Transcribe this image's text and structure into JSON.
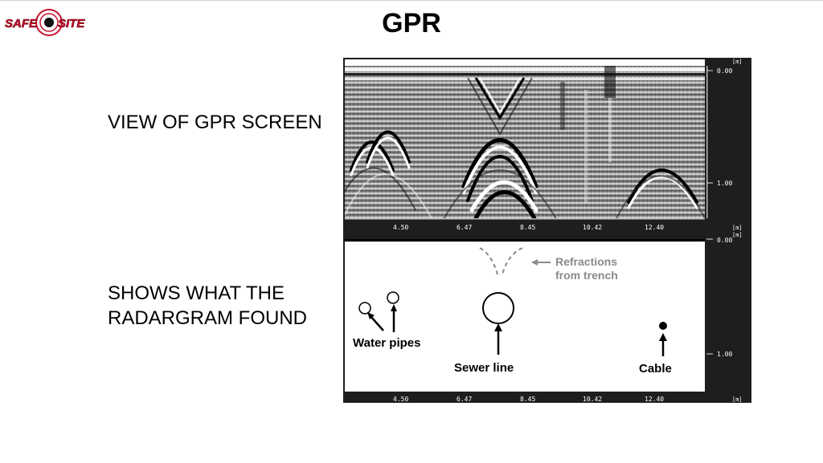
{
  "header": {
    "logo_text_left": "SAFE",
    "logo_text_right": "SITE",
    "title": "GPR"
  },
  "labels": {
    "top": "VIEW OF GPR SCREEN",
    "bottom_line1": "SHOWS WHAT THE",
    "bottom_line2": "RADARGRAM FOUND"
  },
  "radargram": {
    "unit": "[m]",
    "depth_ticks": [
      "0.00",
      "1.00"
    ],
    "distance_ticks": [
      "4.50",
      "6.47",
      "8.45",
      "10.42",
      "12.40"
    ]
  },
  "interpretation": {
    "unit": "[m]",
    "depth_ticks": [
      "0.00",
      "1.00"
    ],
    "distance_ticks": [
      "4.50",
      "6.47",
      "8.45",
      "10.42",
      "12.40"
    ],
    "annotations": {
      "refractions_line1": "Refractions",
      "refractions_line2": "from trench",
      "water_pipes": "Water pipes",
      "sewer_line": "Sewer line",
      "cable": "Cable"
    }
  },
  "colors": {
    "logo_red": "#c8102e",
    "panel_dark": "#1e1e1e",
    "annotation_gray": "#8a8a8a"
  }
}
